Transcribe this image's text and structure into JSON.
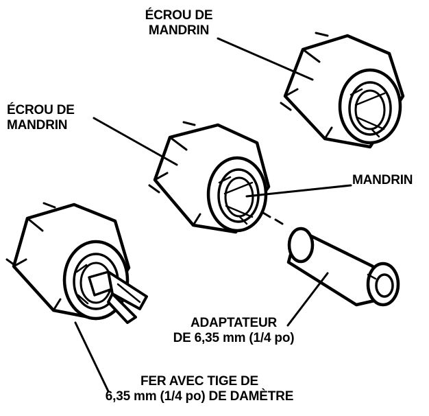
{
  "labels": {
    "top_nut": {
      "line1": "ÉCROU DE",
      "line2": "MANDRIN"
    },
    "middle_nut": {
      "line1": "ÉCROU DE",
      "line2": "MANDRIN"
    },
    "collet": "MANDRIN",
    "adapter": {
      "line1": "ADAPTATEUR",
      "line2": "DE 6,35 mm (1/4 po)"
    },
    "bit": {
      "line1": "FER AVEC TIGE DE",
      "line2": "6,35 mm (1/4 po) DE DAMÈTRE"
    }
  },
  "colors": {
    "ink": "#000000",
    "paper": "#ffffff"
  }
}
